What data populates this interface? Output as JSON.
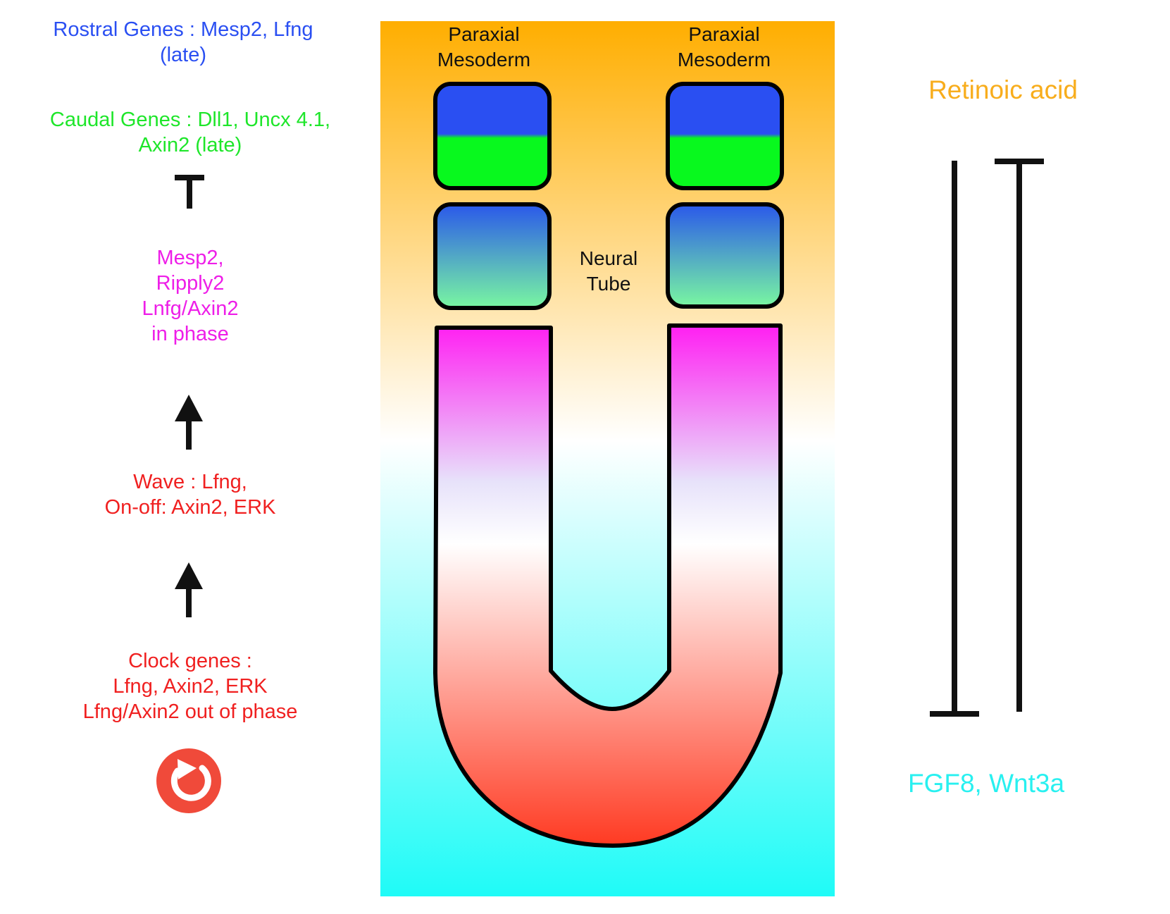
{
  "left_column": {
    "rostral": {
      "lines": [
        "Rostral Genes : Mesp2, Lfng",
        "(late)"
      ],
      "color": "#2a4ff2"
    },
    "caudal": {
      "lines": [
        "Caudal Genes : Dll1, Uncx 4.1,",
        "Axin2 (late)"
      ],
      "color": "#1ee62a"
    },
    "mesp": {
      "lines": [
        "Mesp2,",
        "Ripply2",
        "Lnfg/Axin2",
        "in phase"
      ],
      "color": "#ee1ee8"
    },
    "wave": {
      "lines": [
        "Wave : Lfng,",
        "On-off: Axin2, ERK"
      ],
      "color": "#f02020"
    },
    "clock": {
      "lines": [
        "Clock genes :",
        "Lfng, Axin2, ERK",
        "Lfng/Axin2 out of phase"
      ],
      "color": "#f02020"
    },
    "cycle_icon": "circular-refresh-icon",
    "inhibit_icon": "t-bar-inhibition-icon",
    "arrow_icon": "up-arrow-icon"
  },
  "center": {
    "paraxial_left": [
      "Paraxial",
      "Mesoderm"
    ],
    "paraxial_right": [
      "Paraxial",
      "Mesoderm"
    ],
    "neural_tube": [
      "Neural",
      "Tube"
    ],
    "colors": {
      "retinoic_gradient": "#ffae00",
      "fgf_gradient": "#1ffbf7",
      "rostral_half": "#2a4ff2",
      "caudal_half": "#08f91e",
      "psm_top": "#ff1ff2",
      "psm_bottom": "#ff3a22"
    }
  },
  "right_column": {
    "retinoic_acid": "Retinoic acid",
    "fgf_wnt": "FGF8, Wnt3a",
    "retinoic_color": "#f8ad1c",
    "fgf_color": "#28f0f0"
  }
}
